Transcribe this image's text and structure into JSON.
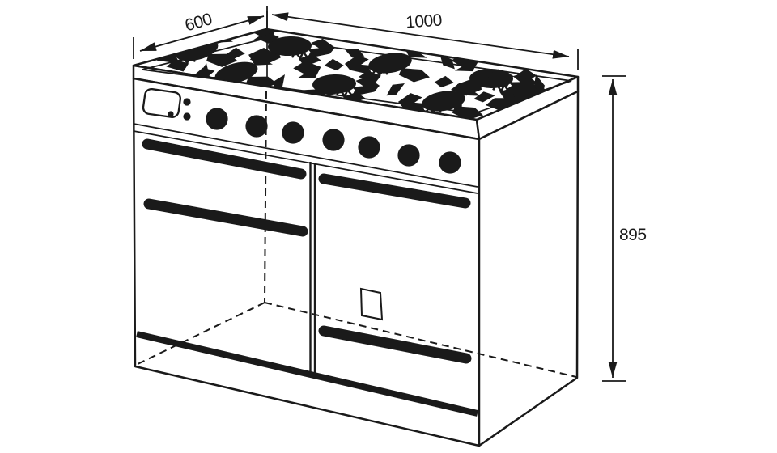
{
  "figure": {
    "type": "isometric dimension drawing",
    "subject": "freestanding range cooker with gas hob",
    "background_color": "#ffffff",
    "line_color": "#1a1a1a",
    "dimensions": {
      "depth_label": "600",
      "width_label": "1000",
      "height_label": "895"
    },
    "features": {
      "burner_count": 8,
      "control_knob_count": 7,
      "door_handle_count": 4,
      "indicator_dot_count": 2
    }
  }
}
